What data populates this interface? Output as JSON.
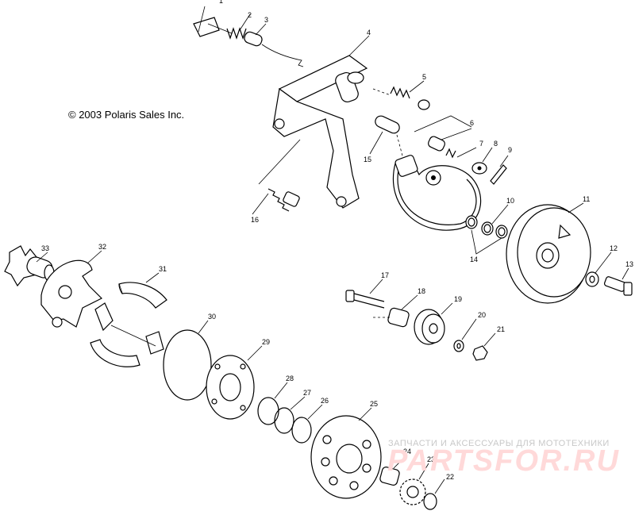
{
  "copyright": "© 2003 Polaris Sales Inc.",
  "watermark": {
    "caption": "ЗАПЧАСТИ И АКСЕССУАРЫ ДЛЯ МОТОТЕХНИКИ",
    "logo": "PARTSFOR.RU"
  },
  "callouts": [
    "1",
    "2",
    "3",
    "4",
    "5",
    "6",
    "7",
    "8",
    "9",
    "10",
    "11",
    "12",
    "13",
    "14",
    "15",
    "16",
    "17",
    "18",
    "19",
    "20",
    "21",
    "22",
    "23",
    "24",
    "25",
    "26",
    "27",
    "28",
    "29",
    "30",
    "31",
    "32",
    "33"
  ]
}
